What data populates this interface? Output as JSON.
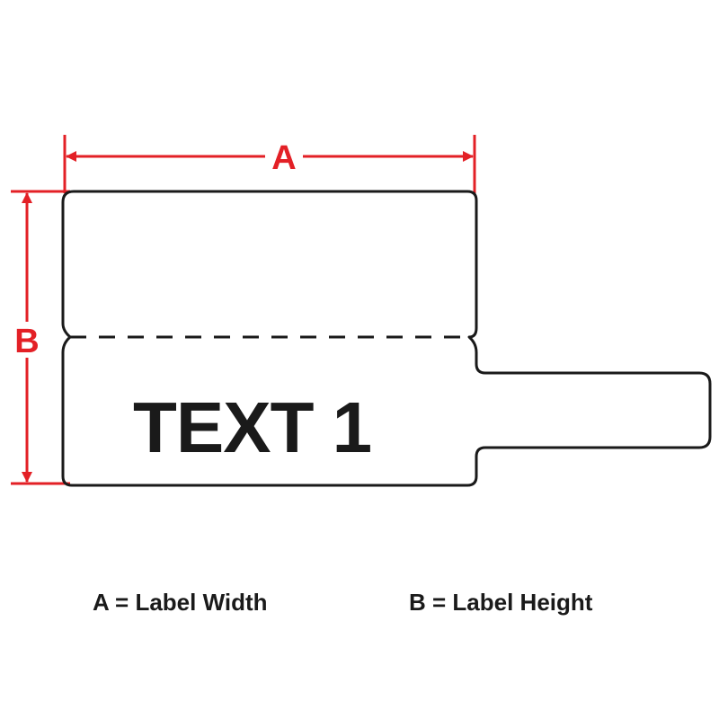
{
  "dimensions": {
    "width_letter": "A",
    "height_letter": "B"
  },
  "label": {
    "text": "TEXT 1"
  },
  "legend": {
    "a": "A = Label Width",
    "b": "B = Label Height"
  },
  "colors": {
    "dimension": "#e32026",
    "outline": "#1a1a1a",
    "text": "#1a1a1a"
  }
}
